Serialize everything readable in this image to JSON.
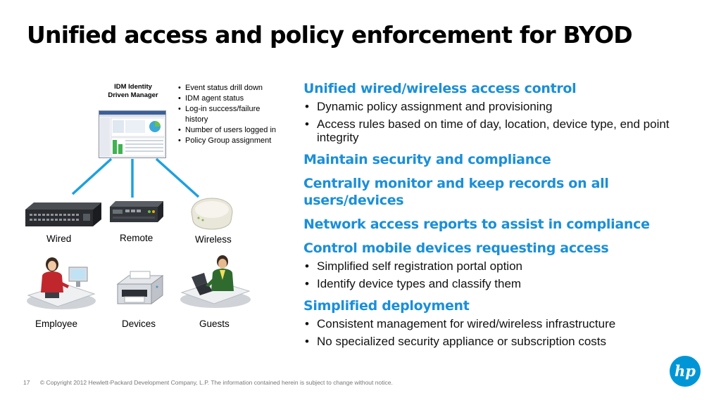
{
  "slide": {
    "title": "Unified access and policy enforcement for BYOD"
  },
  "diagram": {
    "idm_label": "IDM Identity Driven Manager",
    "idm_bullets": [
      "Event status drill down",
      "IDM agent status",
      "Log-in success/failure history",
      "Number of users logged in",
      "Policy Group assignment"
    ],
    "devices": {
      "wired": "Wired",
      "remote": "Remote",
      "wireless": "Wireless"
    },
    "users": {
      "employee": "Employee",
      "devices": "Devices",
      "guests": "Guests"
    }
  },
  "content": {
    "sections": [
      {
        "heading": "Unified wired/wireless access control",
        "bullets": [
          "Dynamic policy assignment and provisioning",
          "Access rules based on time of day, location, device type, end point integrity"
        ]
      },
      {
        "heading": "Maintain security and compliance",
        "bullets": []
      },
      {
        "heading": "Centrally monitor and keep records on all users/devices",
        "bullets": []
      },
      {
        "heading": "Network access reports to assist in compliance",
        "bullets": []
      },
      {
        "heading": "Control mobile devices requesting access",
        "bullets": [
          "Simplified self registration portal option",
          "Identify device types and classify them"
        ]
      },
      {
        "heading": "Simplified deployment",
        "bullets": [
          "Consistent management for wired/wireless infrastructure",
          "No specialized security appliance or subscription costs"
        ]
      }
    ]
  },
  "footer": {
    "page_number": "17",
    "copyright": "© Copyright 2012 Hewlett-Packard Development Company, L.P.  The information contained herein is subject to change without notice."
  },
  "colors": {
    "accent": "#1b8fd8",
    "connector": "#1ea0e0",
    "logo": "#0096d6"
  },
  "icons": {
    "logo": "hp-logo-icon",
    "screenshot": "idm-screenshot-icon",
    "switch": "network-switch-icon",
    "router": "remote-router-icon",
    "access_point": "wireless-access-point-icon",
    "employee": "employee-desk-icon",
    "printer": "printer-icon",
    "guest": "guest-laptop-icon"
  }
}
